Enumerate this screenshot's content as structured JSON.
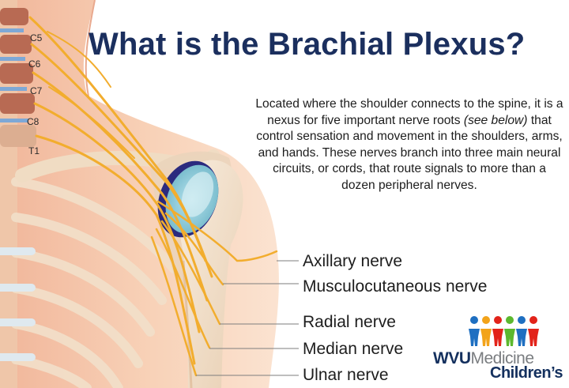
{
  "title": "What is the Brachial Plexus?",
  "description": {
    "part1": "Located where the shoulder connects to the spine, it is a nexus for five important nerve roots ",
    "emphasis": "(see below)",
    "part2": " that control sensation and movement in the shoulders, arms, and hands. These nerves branch into three main neural circuits, or cords, that route signals to more than a dozen peripheral nerves."
  },
  "vertebra_labels": [
    "C5",
    "C6",
    "C7",
    "C8",
    "T1"
  ],
  "nerve_labels": {
    "axillary": "Axillary nerve",
    "musculocutaneous": "Musculocutaneous nerve",
    "radial": "Radial nerve",
    "median": "Median nerve",
    "ulnar": "Ulnar nerve"
  },
  "logo": {
    "brand": "WVU",
    "brand_suffix": "Medicine",
    "subtitle": "Children’s",
    "figure_colors": [
      "#1e6fc1",
      "#f2a31a",
      "#e2231a",
      "#5cb82e",
      "#1e6fc1",
      "#e2231a"
    ]
  },
  "colors": {
    "title": "#1b2f5e",
    "nerve": "#f2ad2e",
    "skin": "#f7cdb0",
    "bone": "#f3e3cf",
    "cartilage": "#b9e2ea",
    "logo_navy": "#14305e"
  }
}
